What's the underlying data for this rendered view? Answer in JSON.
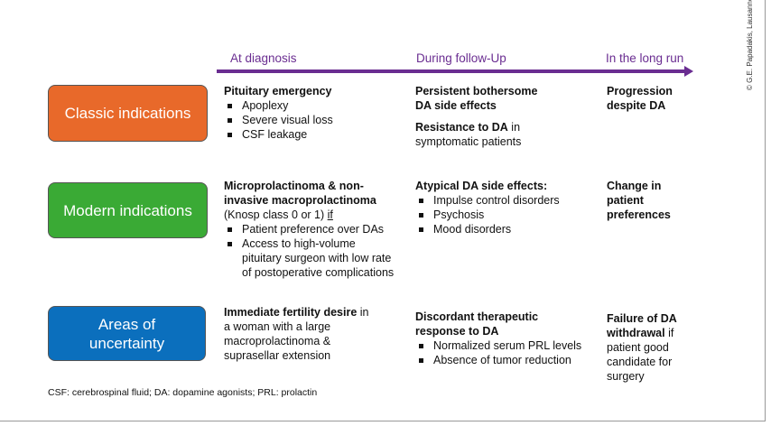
{
  "phases": [
    "At diagnosis",
    "During follow-Up",
    "In the long run"
  ],
  "colors": {
    "arrow": "#6a2d91",
    "classic": "#e8692a",
    "modern": "#3aaa35",
    "uncertainty": "#0b6fbd"
  },
  "rows": [
    {
      "label": "Classic indications",
      "c1": {
        "title": "Pituitary emergency",
        "bullets": [
          "Apoplexy",
          "Severe visual loss",
          "CSF leakage"
        ]
      },
      "c2": {
        "p1": "Persistent bothersome DA side effects",
        "p2_bold": "Resistance to DA",
        "p2_rest": " in symptomatic patients"
      },
      "c3": {
        "title": "Progression despite DA"
      }
    },
    {
      "label": "Modern indications",
      "c1": {
        "title": "Microprolactinoma & non-invasive macroprolactinoma",
        "sub": "(Knosp class 0 or 1) ",
        "sub_u": "if",
        "bullets": [
          "Patient preference over DAs",
          "Access to high-volume pituitary surgeon with low rate of postoperative complications"
        ]
      },
      "c2": {
        "title": "Atypical DA side effects:",
        "bullets": [
          "Impulse control disorders",
          "Psychosis",
          "Mood disorders"
        ]
      },
      "c3": {
        "title": "Change in patient preferences"
      }
    },
    {
      "label": "Areas of uncertainty",
      "c1": {
        "bold": "Immediate fertility desire",
        "rest": " in a woman with a large macroprolactinoma & suprasellar extension"
      },
      "c2": {
        "title": "Discordant therapeutic response to DA",
        "bullets": [
          "Normalized serum PRL levels",
          "Absence of tumor reduction"
        ]
      },
      "c3": {
        "bold": "Failure of DA withdrawal",
        "rest": " if patient good candidate for surgery"
      }
    }
  ],
  "footnote": "CSF: cerebrospinal fluid; DA: dopamine agonists; PRL: prolactin",
  "copyright": "© G.E. Papadakis, Lausanne"
}
